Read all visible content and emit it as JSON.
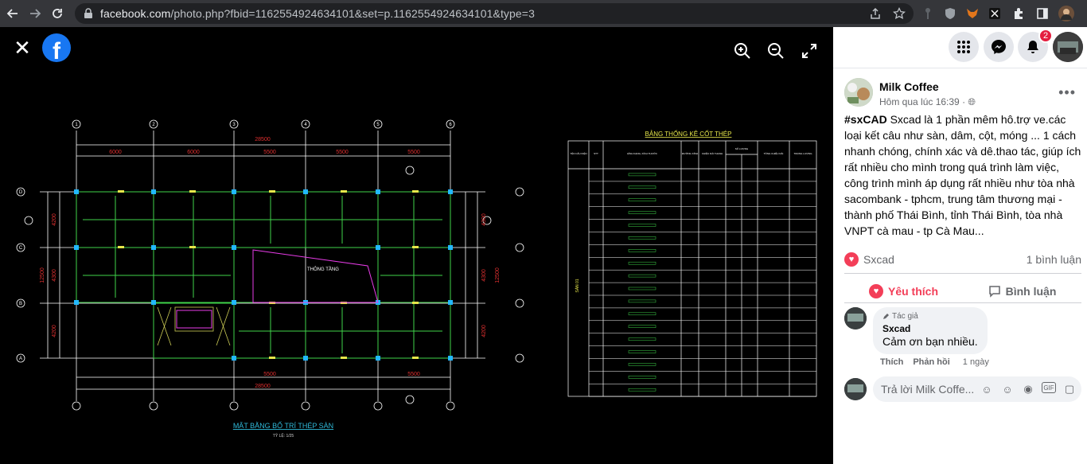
{
  "browser": {
    "url_host": "facebook.com",
    "url_path": "/photo.php?fbid=1162554924634101&set=p.1162554924634101&type=3",
    "notification_count": "2"
  },
  "drawing": {
    "dimensions_top": [
      "28500",
      "6000",
      "6000",
      "5500",
      "5500",
      "5500"
    ],
    "dimensions_bottom": [
      "5500",
      "5500",
      "28500"
    ],
    "dimensions_left": [
      "4200",
      "4300",
      "12500",
      "4200"
    ],
    "dimensions_right": [
      "4300",
      "4300",
      "12500",
      "4200"
    ],
    "axis_numbers": [
      "1",
      "2",
      "3",
      "4",
      "5",
      "6"
    ],
    "axis_letters_left": [
      "D",
      "C",
      "B",
      "A"
    ],
    "room_label": "THÔNG TẦNG",
    "plan_title": "MẶT BẰNG BỐ TRÍ THÉP SÀN",
    "plan_scale": "TỶ LỆ: 1/25",
    "table_title": "BẢNG THỐNG KÊ CỐT THÉP",
    "table_headers": [
      "TÊN CẤU KIỆN",
      "STT",
      "HÌNH DẠNG, KÍCH THƯỚC",
      "ĐƯỜNG KÍNH",
      "CHIỀU DÀI THANH",
      "SỐ LƯỢNG",
      "TỔNG CHIỀU DÀI",
      "TRỌNG LƯỢNG"
    ],
    "table_side_label": "SÀN 01"
  },
  "post": {
    "author": "Milk Coffee",
    "time": "Hôm qua lúc 16:39 ·",
    "text_tag": "#sxCAD",
    "text_body": " Sxcad là 1 phần mêm hô.trợ ve.các loại kết câu như sàn, dâm, cột, móng ... 1 cách nhanh chóng, chính xác và dê.thao tác, giúp ích rất nhiều cho mình trong quá trình làm việc, công trình mình áp dụng rất nhiều như tòa nhà sacombank - tphcm, trung tâm thương mại - thành phố Thái Bình, tỉnh Thái Bình, tòa nhà VNPT cà mau - tp Cà Mau...",
    "reaction_name": "Sxcad",
    "comment_count": "1 bình luận",
    "like_label": "Yêu thích",
    "comment_label": "Bình luận"
  },
  "comment": {
    "badge": "Tác giả",
    "author": "Sxcad",
    "text": "Cảm ơn bạn nhiều.",
    "like": "Thích",
    "reply": "Phản hồi",
    "age": "1 ngày"
  },
  "reply_box": {
    "placeholder": "Trả lời Milk Coffe..."
  }
}
